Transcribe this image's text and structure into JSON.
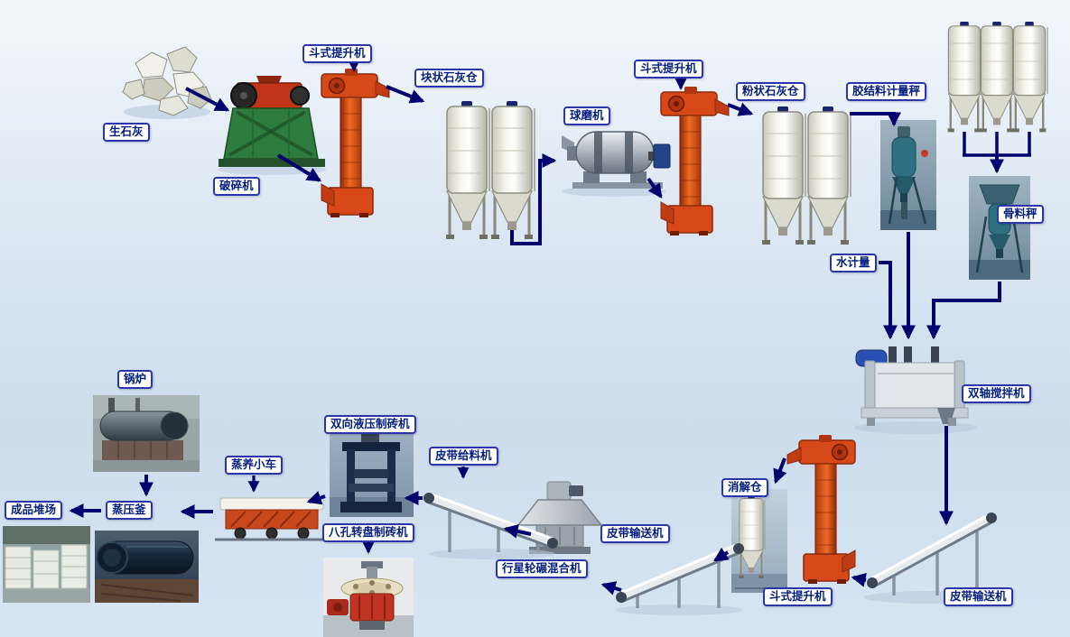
{
  "flow_labels": {
    "quicklime": "生石灰",
    "crusher": "破碎机",
    "bucket_elevator_1": "斗式提升机",
    "lump_lime_silo": "块状石灰仓",
    "ball_mill": "球磨机",
    "bucket_elevator_2": "斗式提升机",
    "powder_lime_silo": "粉状石灰仓",
    "binder_metering_scale": "胶结料计量秤",
    "aggregate_scale": "骨料秤",
    "water_metering": "水计量",
    "twin_shaft_mixer": "双轴搅拌机",
    "belt_conveyor_right": "皮带输送机",
    "bucket_elevator_3": "斗式提升机",
    "slaking_silo": "消解仓",
    "belt_conveyor_mid": "皮带输送机",
    "planetary_mixer": "行星轮碾混合机",
    "belt_feeder": "皮带给料机",
    "hydraulic_brick_press": "双向液压制砖机",
    "rotary_brick_press": "八孔转盘制砖机",
    "curing_trolley": "蒸养小车",
    "autoclave": "蒸压釜",
    "boiler": "锅炉",
    "product_yard": "成品堆场"
  },
  "graphics": [
    "limestone-rocks",
    "jaw-crusher",
    "bucket-elevator",
    "cement-silo",
    "ball-mill",
    "metering-scale-photo",
    "aggregate-scale-photo",
    "twin-shaft-mixer",
    "belt-conveyor",
    "slaking-silo-photo",
    "planetary-wheel-mixer",
    "belt-feeder",
    "hydraulic-brick-press-photo",
    "rotary-brick-press-photo",
    "curing-trolley",
    "autoclave-photo",
    "boiler-photo",
    "product-yard-photo"
  ],
  "colors": {
    "arrow": "#00006e",
    "label_border": "#2a36aa",
    "label_text": "#001d80",
    "label_bg": "#ffffff",
    "elevator_red": "#d8491a",
    "crusher_green": "#2e7c3e",
    "silo_white": "#f6f6ee",
    "tank_teal": "#2e6f80",
    "motor_blue": "#2a50b4",
    "background_top": "#f3f7fc",
    "background_bottom": "#d7e5f2"
  }
}
